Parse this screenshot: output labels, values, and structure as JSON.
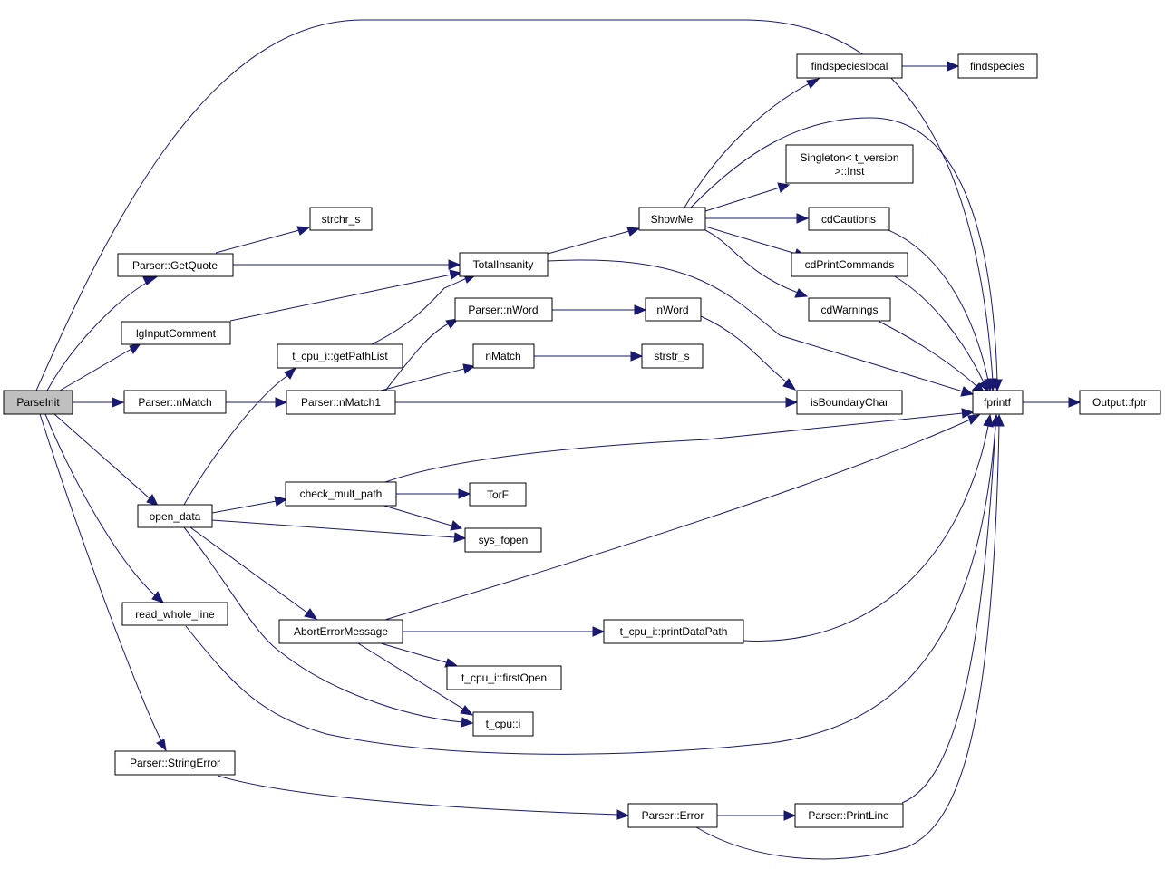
{
  "graph": {
    "nodes": {
      "parseinit": "ParseInit",
      "get_quote": "Parser::GetQuote",
      "lg_input_comment": "lgInputComment",
      "parser_nmatch": "Parser::nMatch",
      "open_data": "open_data",
      "read_whole_line": "read_whole_line",
      "string_error": "Parser::StringError",
      "strchr_s": "strchr_s",
      "total_insanity": "TotalInsanity",
      "get_path_list": "t_cpu_i::getPathList",
      "parser_nword": "Parser::nWord",
      "nmatch": "nMatch",
      "parser_nmatch1": "Parser::nMatch1",
      "check_mult_path": "check_mult_path",
      "abort_error_message": "AbortErrorMessage",
      "show_me": "ShowMe",
      "nword": "nWord",
      "strstr_s": "strstr_s",
      "torf": "TorF",
      "sys_fopen": "sys_fopen",
      "first_open": "t_cpu_i::firstOpen",
      "t_cpu_i": "t_cpu::i",
      "print_data_path": "t_cpu_i::printDataPath",
      "parser_error": "Parser::Error",
      "findspecieslocal": "findspecieslocal",
      "singleton_line1": "Singleton< t_version",
      "singleton_line2": ">::Inst",
      "cd_cautions": "cdCautions",
      "cd_print_commands": "cdPrintCommands",
      "cd_warnings": "cdWarnings",
      "is_boundary_char": "isBoundaryChar",
      "print_line": "Parser::PrintLine",
      "findspecies": "findspecies",
      "fprintf": "fprintf",
      "output_fptr": "Output::fptr"
    }
  }
}
